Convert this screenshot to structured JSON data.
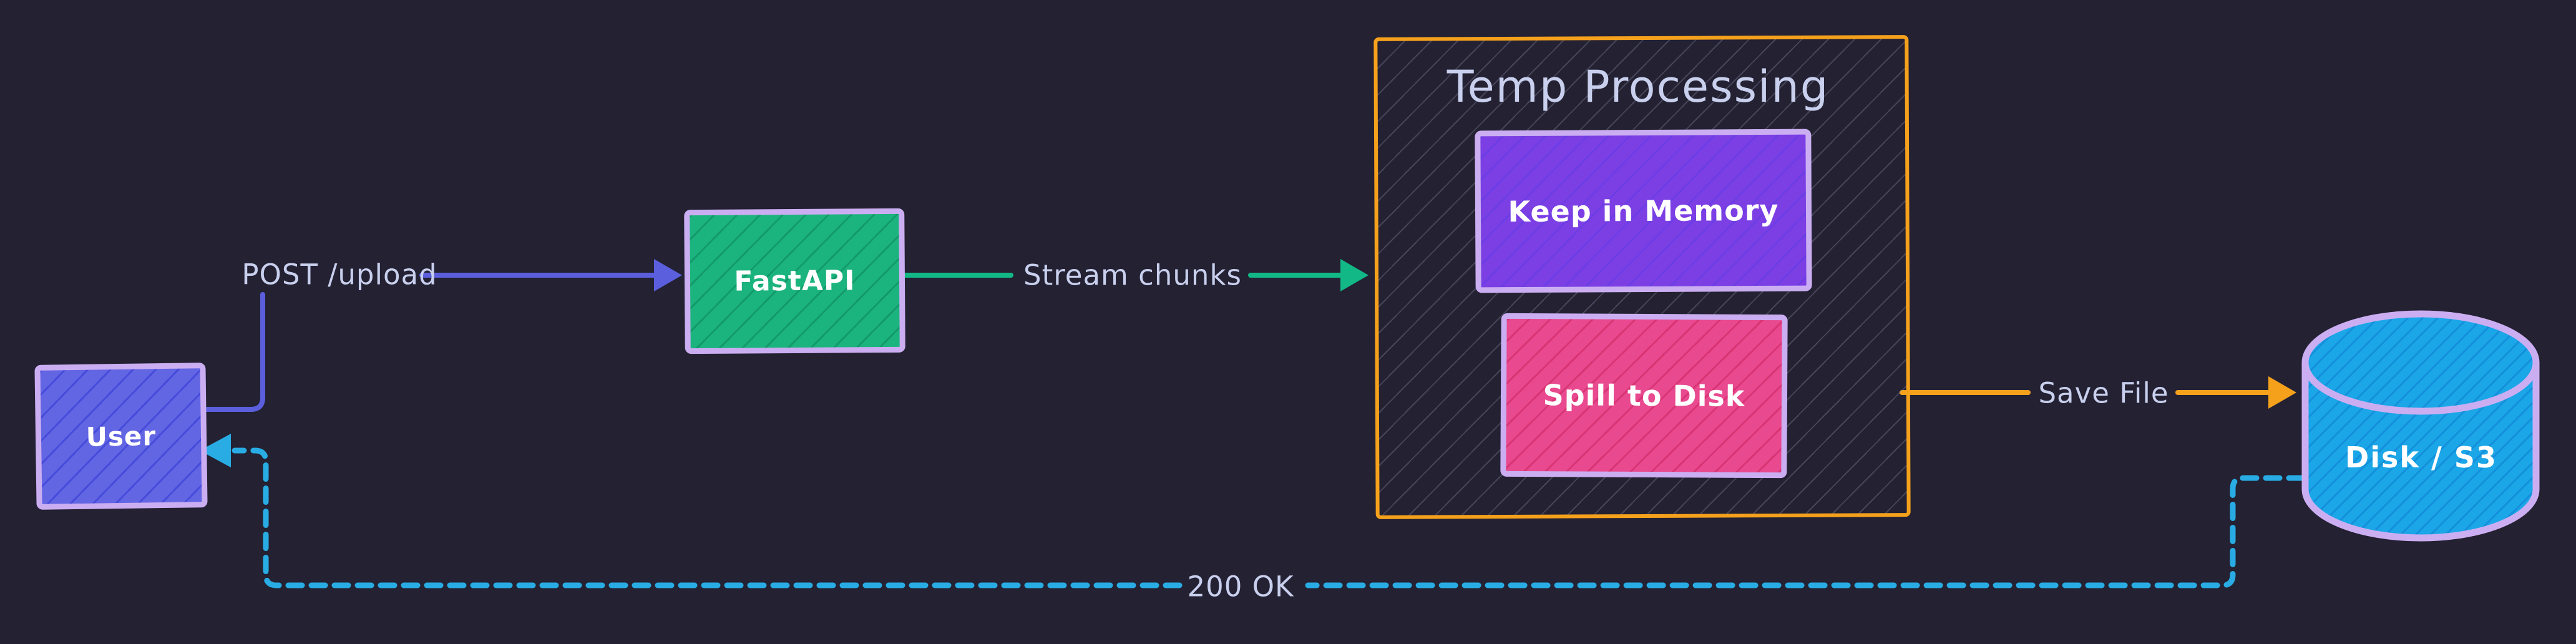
{
  "diagram": {
    "nodes": {
      "user": {
        "label": "User"
      },
      "fastapi": {
        "label": "FastAPI"
      },
      "temp_processing": {
        "title": "Temp Processing"
      },
      "keep_in_memory": {
        "label": "Keep in Memory"
      },
      "spill_to_disk": {
        "label": "Spill to Disk"
      },
      "disk_s3": {
        "label": "Disk / S3"
      }
    },
    "edges": {
      "post_upload": {
        "label": "POST /upload",
        "from": "user",
        "to": "fastapi",
        "style": "solid"
      },
      "stream_chunks": {
        "label": "Stream chunks",
        "from": "fastapi",
        "to": "temp_processing",
        "style": "solid"
      },
      "save_file": {
        "label": "Save File",
        "from": "temp_processing",
        "to": "disk_s3",
        "style": "solid"
      },
      "response": {
        "label": "200 OK",
        "from": "disk_s3",
        "to": "user",
        "style": "dashed"
      }
    },
    "colors": {
      "bg": "#232132",
      "lavender": "#cbaef2",
      "orange": "#f5a11c",
      "indigo": "#5b5fdd",
      "teal": "#12b886",
      "cyan": "#29ace4",
      "user_fill": "#6366e3",
      "fastapi_fill": "#1cb47e",
      "keep_fill": "#7c3fe4",
      "spill_fill": "#e8498f",
      "cyl_fill": "#1ba6e8",
      "label": "#c9d0ee",
      "white": "#ffffff"
    }
  }
}
